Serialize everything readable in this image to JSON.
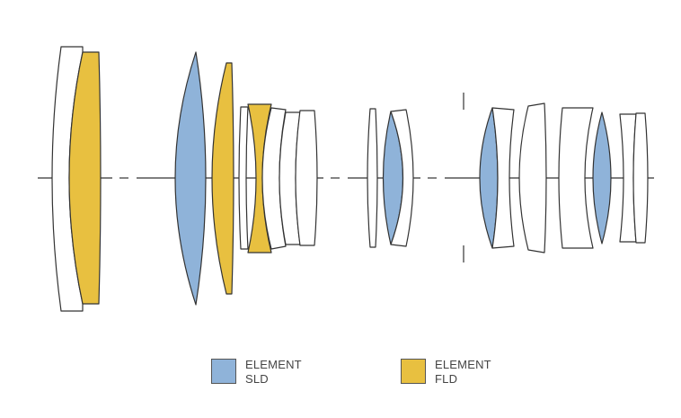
{
  "colors": {
    "sld": "#8fb3d9",
    "fld": "#e8c040",
    "outline": "#333333"
  },
  "legend": [
    {
      "line1": "ELEMENT",
      "line2": "SLD",
      "color_key": "sld"
    },
    {
      "line1": "ELEMENT",
      "line2": "FLD",
      "color_key": "fld"
    }
  ]
}
